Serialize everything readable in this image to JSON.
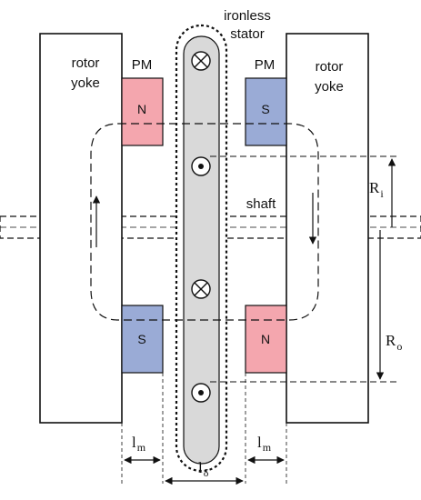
{
  "labels": {
    "stator_line1": "ironless",
    "stator_line2": "stator",
    "rotor_left_line1": "rotor",
    "rotor_left_line2": "yoke",
    "rotor_right_line1": "rotor",
    "rotor_right_line2": "yoke",
    "pm_left": "PM",
    "pm_right": "PM",
    "shaft": "shaft"
  },
  "magnets": {
    "top_left": "N",
    "top_right": "S",
    "bottom_left": "S",
    "bottom_right": "N"
  },
  "dimensions": {
    "ri_main": "R",
    "ri_sub": "i",
    "ro_main": "R",
    "ro_sub": "o",
    "lm_left_main": "l",
    "lm_left_sub": "m",
    "lm_right_main": "l",
    "lm_right_sub": "m",
    "ldelta_main": "l",
    "ldelta_sub": "δ"
  },
  "colors": {
    "north_pole": "#f4a6ae",
    "south_pole": "#9aabd6",
    "stator": "#d9d9d9",
    "outline": "#111111"
  },
  "icons": {
    "conductor_into": "cross-circle-icon",
    "conductor_out": "dot-circle-icon"
  }
}
